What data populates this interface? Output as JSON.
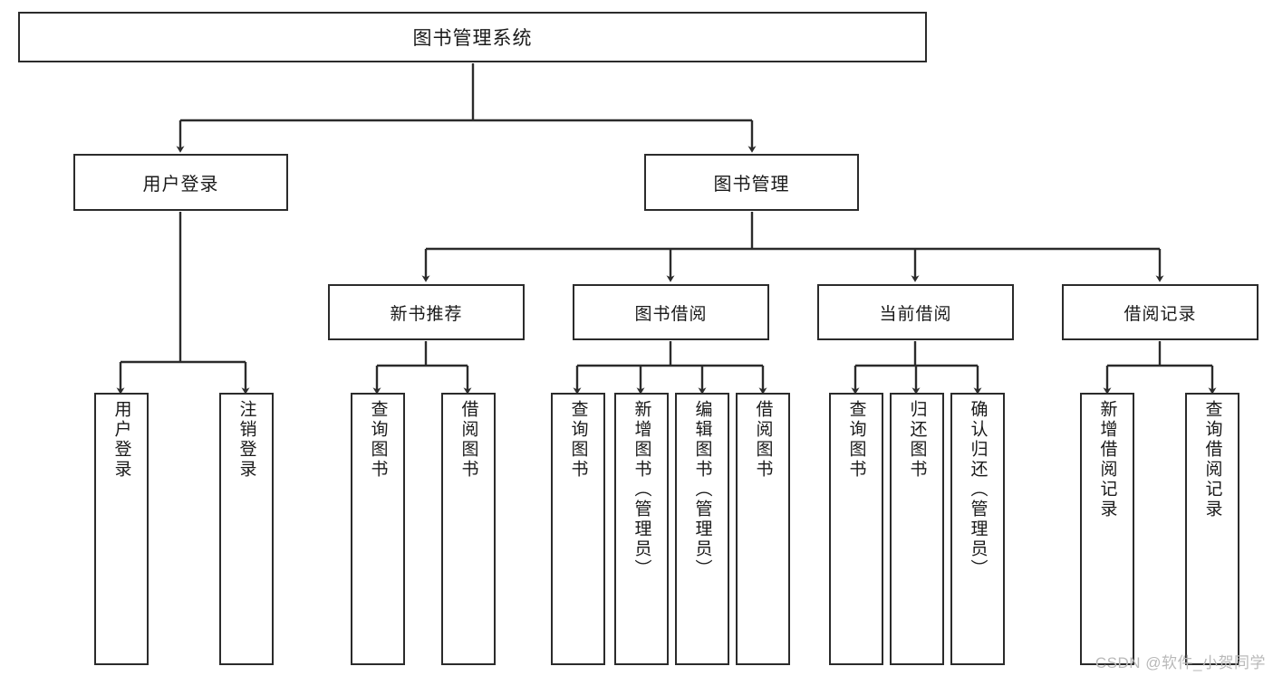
{
  "diagram": {
    "type": "tree",
    "title": "图书管理系统",
    "watermark": "CSDN @软件_小贺同学",
    "colors": {
      "stroke": "#2b2b2b",
      "fill": "#ffffff",
      "text": "#1a1a1a",
      "watermark": "#b9b9b9"
    },
    "nodes": {
      "root": {
        "label": "图书管理系统"
      },
      "level2": [
        {
          "id": "user-login",
          "label": "用户登录"
        },
        {
          "id": "book-manage",
          "label": "图书管理"
        }
      ],
      "level3": [
        {
          "id": "new-book-rec",
          "label": "新书推荐"
        },
        {
          "id": "book-borrow",
          "label": "图书借阅"
        },
        {
          "id": "current-borrow",
          "label": "当前借阅"
        },
        {
          "id": "borrow-record",
          "label": "借阅记录"
        }
      ],
      "leaves": [
        {
          "id": "leaf-user-login",
          "label": "用户登录",
          "parent": "user-login"
        },
        {
          "id": "leaf-user-logout",
          "label": "注销登录",
          "parent": "user-login"
        },
        {
          "id": "leaf-query-book-1",
          "label": "查询图书",
          "parent": "new-book-rec"
        },
        {
          "id": "leaf-borrow-book-1",
          "label": "借阅图书",
          "parent": "new-book-rec"
        },
        {
          "id": "leaf-query-book-2",
          "label": "查询图书",
          "parent": "book-borrow"
        },
        {
          "id": "leaf-add-book",
          "label": "新增图书（管理员）",
          "parent": "book-borrow"
        },
        {
          "id": "leaf-edit-book",
          "label": "编辑图书（管理员）",
          "parent": "book-borrow"
        },
        {
          "id": "leaf-borrow-book-2",
          "label": "借阅图书",
          "parent": "book-borrow"
        },
        {
          "id": "leaf-query-book-3",
          "label": "查询图书",
          "parent": "current-borrow"
        },
        {
          "id": "leaf-return-book",
          "label": "归还图书",
          "parent": "current-borrow"
        },
        {
          "id": "leaf-confirm-return",
          "label": "确认归还（管理员）",
          "parent": "current-borrow"
        },
        {
          "id": "leaf-add-record",
          "label": "新增借阅记录",
          "parent": "borrow-record"
        },
        {
          "id": "leaf-query-record",
          "label": "查询借阅记录",
          "parent": "borrow-record"
        }
      ]
    }
  }
}
